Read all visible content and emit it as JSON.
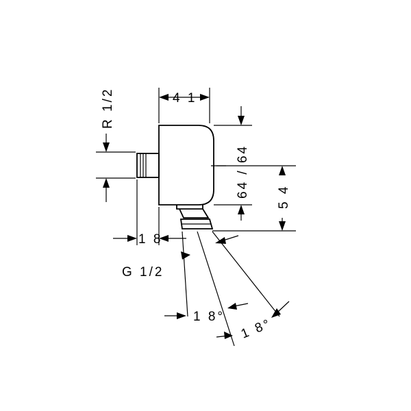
{
  "labels": {
    "width_41": "4 1",
    "thread_r": "R 1/2",
    "height_64_64": "64 / 64",
    "height_54": "5 4",
    "offset_18": "1 8",
    "thread_g": "G 1/2",
    "angle_a": "1 8°",
    "angle_b": "1 8°"
  }
}
